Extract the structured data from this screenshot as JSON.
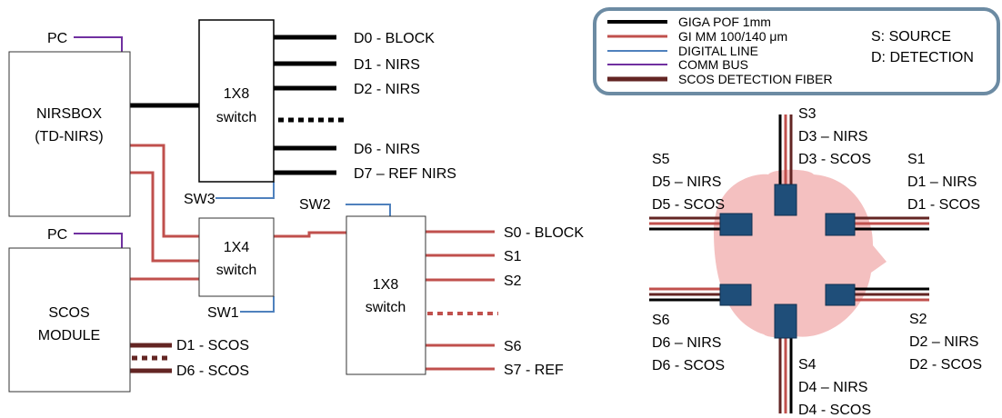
{
  "colors": {
    "giga_pof": "#000000",
    "gi_mm": "#c0504d",
    "digital": "#4f81bd",
    "comm": "#7030a0",
    "scos_det": "#632523",
    "legend_border": "#6c8ba3",
    "head": "#f4c0c0",
    "probe": "#1f4e79"
  },
  "nirsbox": {
    "line1": "NIRSBOX",
    "line2": "(TD-NIRS)",
    "pc": "PC"
  },
  "scos": {
    "line1": "SCOS",
    "line2": "MODULE",
    "pc": "PC",
    "d1": "D1 - SCOS",
    "d6": "D6 - SCOS"
  },
  "switch_top": {
    "line1": "1X8",
    "line2": "switch",
    "control": "SW3",
    "outputs": [
      "D0 - BLOCK",
      "D1 - NIRS",
      "D2 - NIRS",
      "D6 - NIRS",
      "D7 – REF NIRS"
    ]
  },
  "switch_mid": {
    "line1": "1X4",
    "line2": "switch",
    "control": "SW1"
  },
  "switch_src": {
    "line1": "1X8",
    "line2": "switch",
    "control": "SW2",
    "outputs": [
      "S0 - BLOCK",
      "S1",
      "S2",
      "S6",
      "S7 - REF"
    ]
  },
  "legend": {
    "items": [
      "GIGA POF 1mm",
      "GI MM 100/140 μm",
      "DIGITAL LINE",
      "COMM BUS",
      "SCOS DETECTION FIBER"
    ],
    "key_source": "S: SOURCE",
    "key_detection": "D: DETECTION"
  },
  "probes": {
    "s3": {
      "name": "S3",
      "l1": "D3 – NIRS",
      "l2": "D3 - SCOS"
    },
    "s5": {
      "name": "S5",
      "l1": "D5 – NIRS",
      "l2": "D5 - SCOS"
    },
    "s1": {
      "name": "S1",
      "l1": "D1 – NIRS",
      "l2": "D1 - SCOS"
    },
    "s6": {
      "name": "S6",
      "l1": "D6 – NIRS",
      "l2": "D6 - SCOS"
    },
    "s2": {
      "name": "S2",
      "l1": "D2 – NIRS",
      "l2": "D2 - SCOS"
    },
    "s4": {
      "name": "S4",
      "l1": "D4 – NIRS",
      "l2": "D4 - SCOS"
    }
  }
}
